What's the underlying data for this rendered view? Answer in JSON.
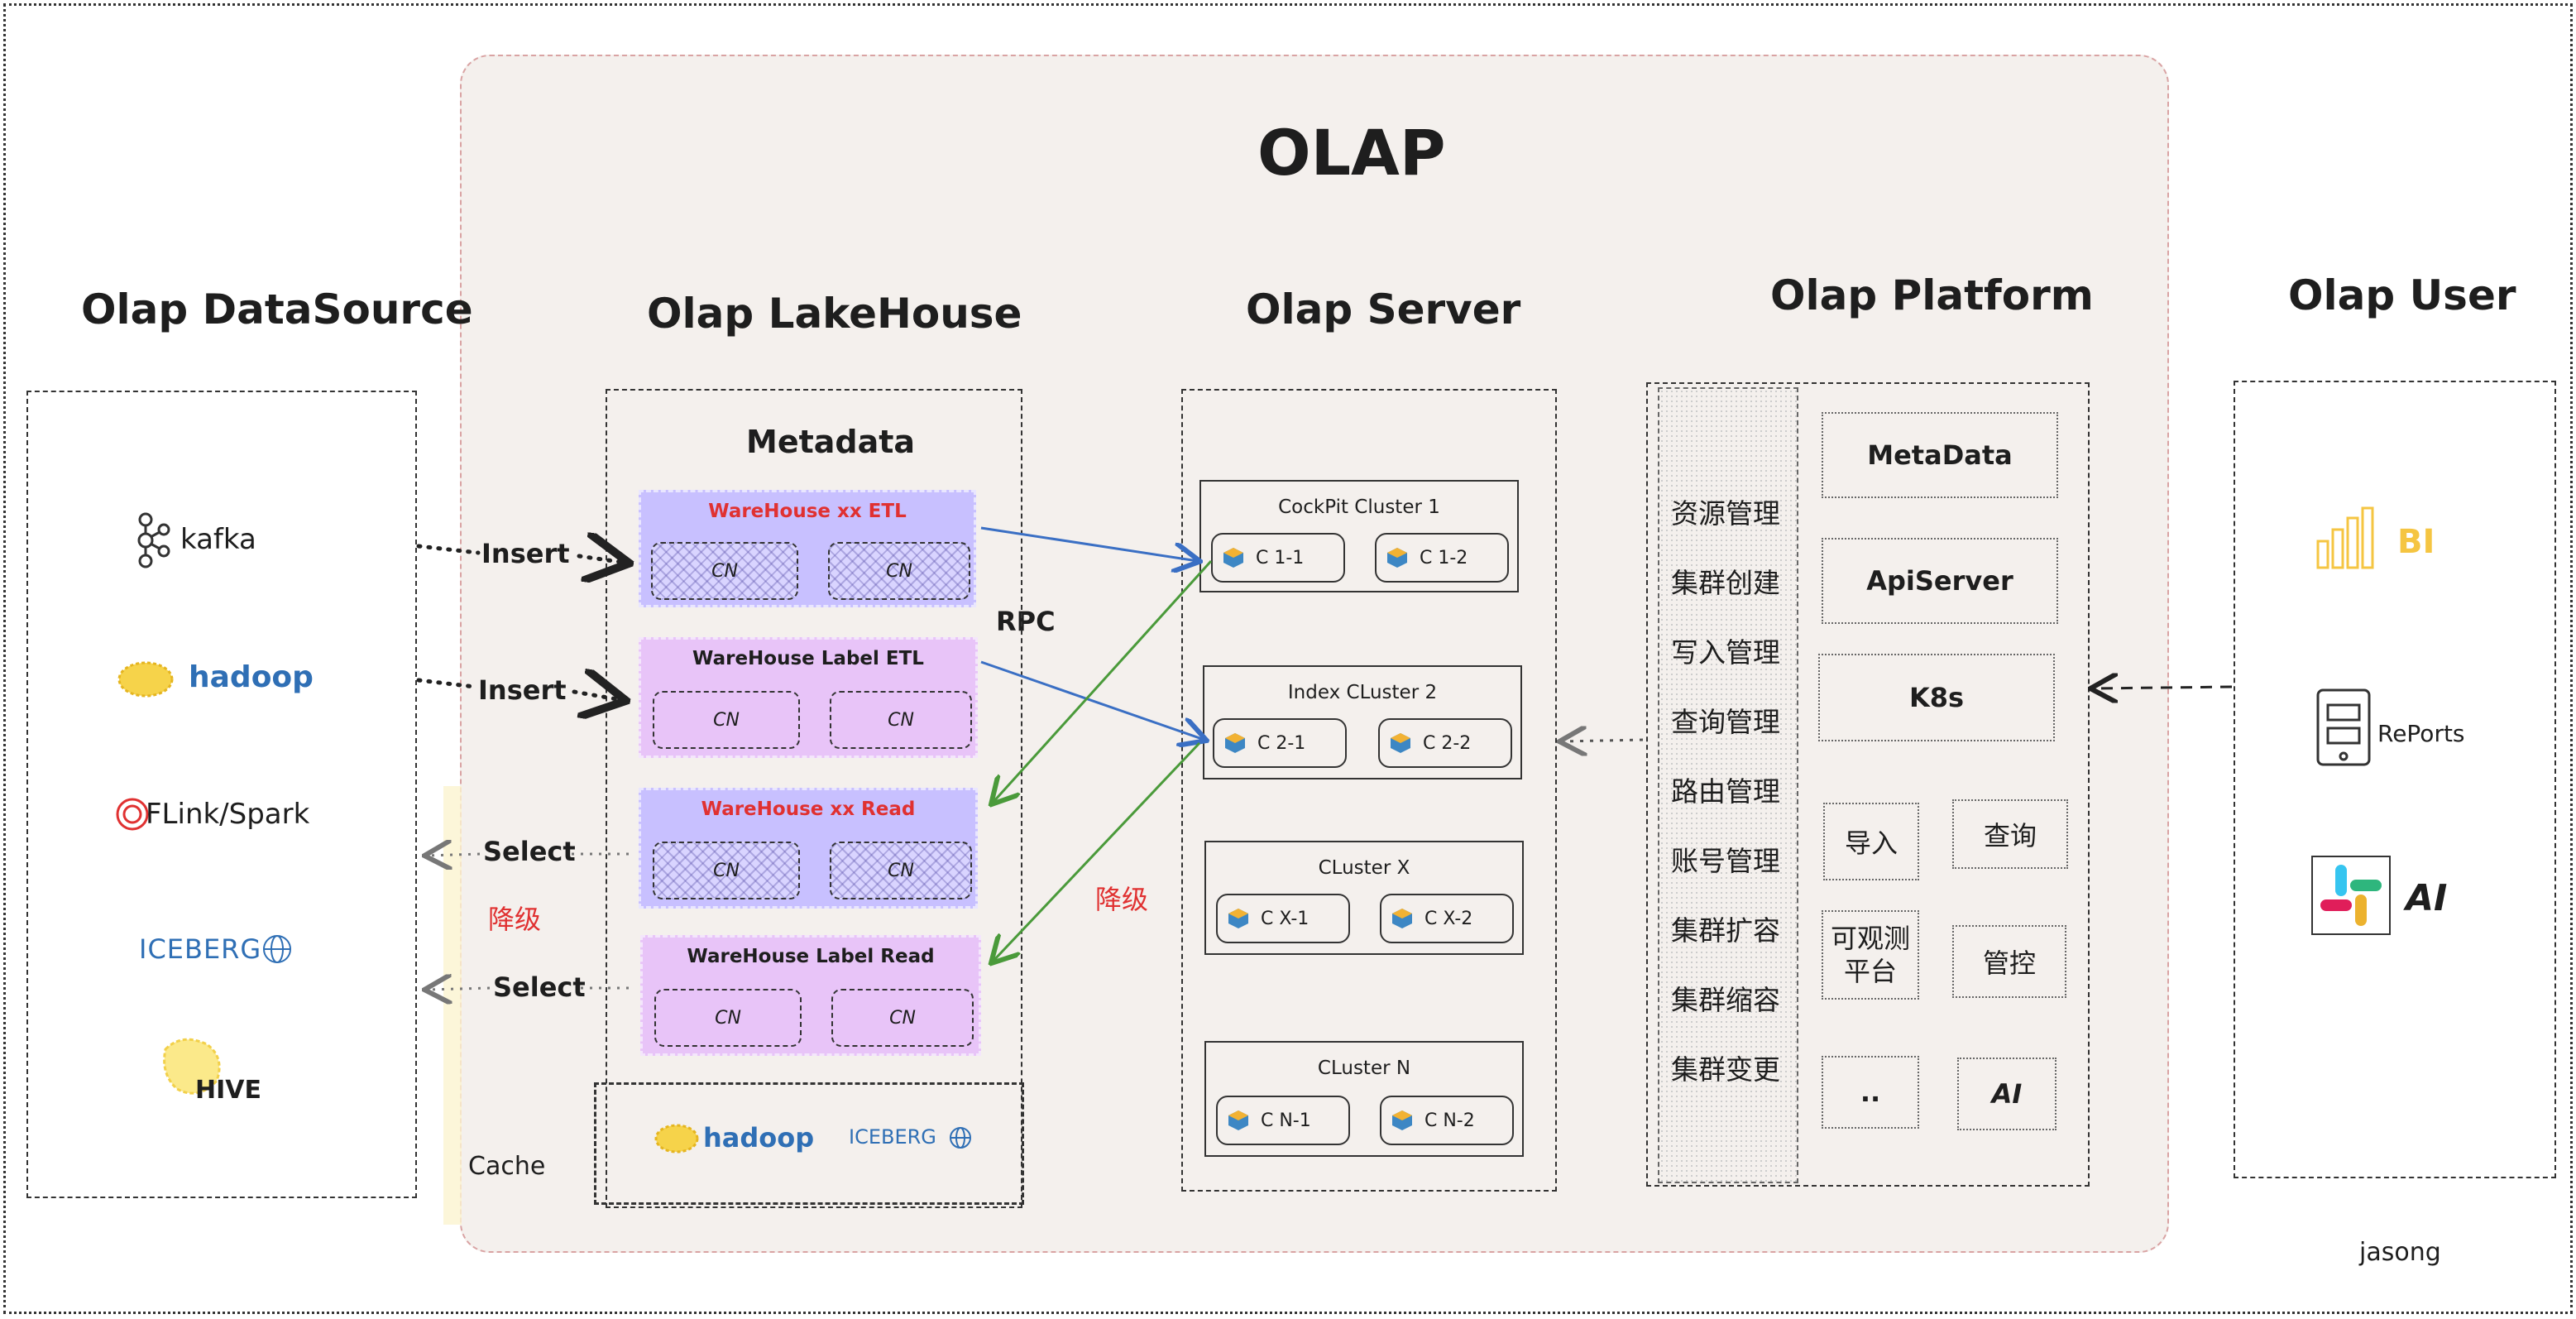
{
  "olap_title": "OLAP",
  "sections": {
    "datasource": "Olap DataSource",
    "lakehouse": "Olap LakeHouse",
    "server": "Olap Server",
    "platform": "Olap Platform",
    "user": "Olap User"
  },
  "datasources": [
    "kafka",
    "hadoop",
    "FLink/Spark",
    "ICEBERG",
    "HIVE"
  ],
  "lakehouse": {
    "metadata": "Metadata",
    "warehouses": [
      {
        "title": "WareHouse xx ETL",
        "title_color": "#e03131",
        "cn": [
          "CN",
          "CN"
        ]
      },
      {
        "title": "WareHouse Label ETL",
        "title_color": "#1e1e1e",
        "cn": [
          "CN",
          "CN"
        ]
      },
      {
        "title": "WareHouse xx Read",
        "title_color": "#e03131",
        "cn": [
          "CN",
          "CN"
        ]
      },
      {
        "title": "WareHouse Label Read",
        "title_color": "#1e1e1e",
        "cn": [
          "CN",
          "CN"
        ]
      }
    ],
    "storage": [
      "hadoop",
      "ICEBERG"
    ],
    "cache_label": "Cache"
  },
  "flows": {
    "insert1": "Insert",
    "insert2": "Insert",
    "select1": "Select",
    "select2": "Select",
    "downgrade_left": "降级",
    "rpc": "RPC",
    "downgrade_mid": "降级"
  },
  "clusters": [
    {
      "title": "CockPit Cluster 1",
      "nodes": [
        "C 1-1",
        "C 1-2"
      ]
    },
    {
      "title": "Index CLuster 2",
      "nodes": [
        "C 2-1",
        "C 2-2"
      ]
    },
    {
      "title": "CLuster X",
      "nodes": [
        "C X-1",
        "C X-2"
      ]
    },
    {
      "title": "CLuster N",
      "nodes": [
        "C N-1",
        "C N-2"
      ]
    }
  ],
  "platform": {
    "menu": [
      "资源管理",
      "集群创建",
      "写入管理",
      "查询管理",
      "路由管理",
      "账号管理",
      "集群扩容",
      "集群缩容",
      "集群变更"
    ],
    "boxes": [
      "MetaData",
      "ApiServer",
      "K8s"
    ],
    "small_boxes": [
      "导入",
      "查询",
      "可观测\n平台",
      "管控",
      "..",
      "AI"
    ]
  },
  "users": [
    "BI",
    "RePorts",
    "AI"
  ],
  "author": "jasong",
  "colors": {
    "accent_red": "#e03131",
    "arrow_blue": "#3a6fc4",
    "arrow_green": "#4a9a3a",
    "bi_yellow": "#f5c542",
    "hadoop_blue": "#2f6fb5"
  }
}
